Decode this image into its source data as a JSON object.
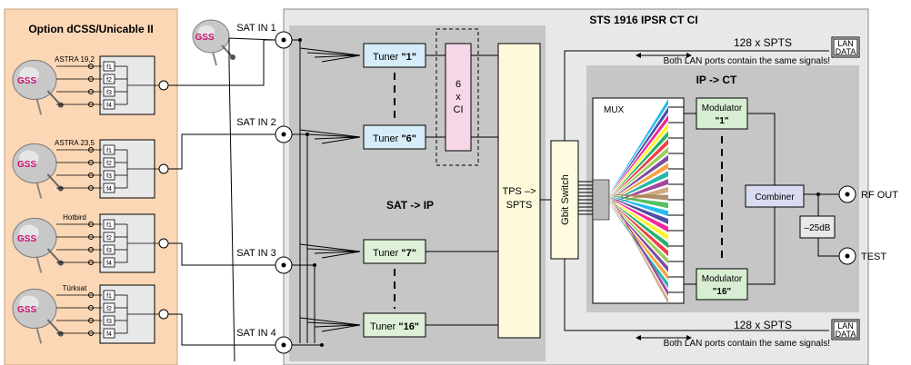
{
  "title": "STS 1916 IPSR CT CI",
  "option_panel": {
    "title": "Option dCSS/Unicable II",
    "dishes": [
      {
        "label": "ASTRA 19,2",
        "logo": "GSS"
      },
      {
        "label": "ASTRA 23,5",
        "logo": "GSS"
      },
      {
        "label": "Hotbird",
        "logo": "GSS"
      },
      {
        "label": "Türksat",
        "logo": "GSS"
      }
    ],
    "filters": [
      "f1",
      "f2",
      "f3",
      "f4"
    ]
  },
  "main_dish_logo": "GSS",
  "sat_inputs": [
    "SAT IN 1",
    "SAT IN 2",
    "SAT IN 3",
    "SAT IN 4"
  ],
  "tuners": {
    "t1": {
      "prefix": "Tuner ",
      "num": "\"1\""
    },
    "t6": {
      "prefix": "Tuner ",
      "num": "\"6\""
    },
    "t7": {
      "prefix": "Tuner ",
      "num": "\"7\""
    },
    "t16": {
      "prefix": "Tuner ",
      "num": "\"16\""
    }
  },
  "ci_block": [
    "6",
    "x",
    "CI"
  ],
  "sat_ip_label": "SAT -> IP",
  "tps_block": [
    "TPS –>",
    "SPTS"
  ],
  "gbit_switch": "Gbit Switch",
  "lan": {
    "spts": "128 x SPTS",
    "note": "Both LAN ports contain the same signals!",
    "box": [
      "LAN",
      "DATA"
    ]
  },
  "ip_ct": {
    "label": "IP -> CT",
    "mux": "MUX",
    "modulator1": [
      "Modulator",
      "\"1\""
    ],
    "modulator16": [
      "Modulator",
      "\"16\""
    ],
    "combiner": "Combiner",
    "attenuator": "–25dB",
    "rf_out": "RF OUT",
    "test": "TEST"
  },
  "colors": {
    "page_bg": "#ffffff",
    "option_bg": "#fbd7b5",
    "main_bg": "#e8e8e8",
    "inner_bg": "#c6c6c6",
    "tuner_blue": "#d6ecf8",
    "tuner_green": "#dff0d8",
    "ci_pink": "#f5d7e8",
    "tps_yellow": "#fff9dc",
    "gbit_yellow": "#fffbe0",
    "modulator_green": "#d8eed3",
    "combiner_lilac": "#d8dcf0",
    "dish_red": "#cc1177",
    "mux_fan": [
      "#00aeef",
      "#2e3192",
      "#ec008c",
      "#fff200",
      "#00a651",
      "#ed1c24",
      "#8dc63f",
      "#662d91",
      "#f7941d",
      "#00a99d",
      "#92278f",
      "#c69c6d",
      "#a67c52",
      "#39b54a"
    ]
  }
}
